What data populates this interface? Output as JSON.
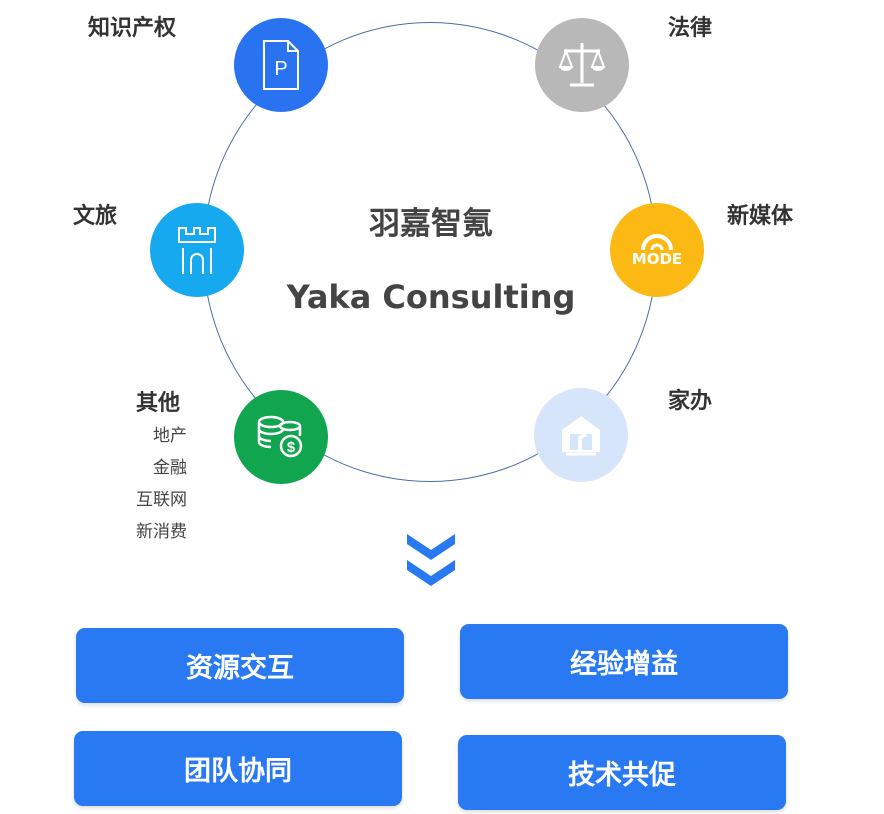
{
  "center": {
    "title_cn": "羽嘉智氪",
    "title_en": "Yaka Consulting"
  },
  "nodes": {
    "ip": {
      "label": "知识产权",
      "color": "#2a73f0"
    },
    "law": {
      "label": "法律",
      "color": "#b8b8b8"
    },
    "media": {
      "label": "新媒体",
      "color": "#fdb913",
      "icon_text": "MODE"
    },
    "family": {
      "label": "家办",
      "color": "#d7e5fb"
    },
    "other": {
      "label": "其他",
      "color": "#12a550",
      "sub": [
        "地产",
        "金融",
        "互联网",
        "新消费"
      ]
    },
    "travel": {
      "label": "文旅",
      "color": "#17a9ef"
    }
  },
  "buttons": [
    "资源交互",
    "经验增益",
    "团队协同",
    "技术共促"
  ]
}
